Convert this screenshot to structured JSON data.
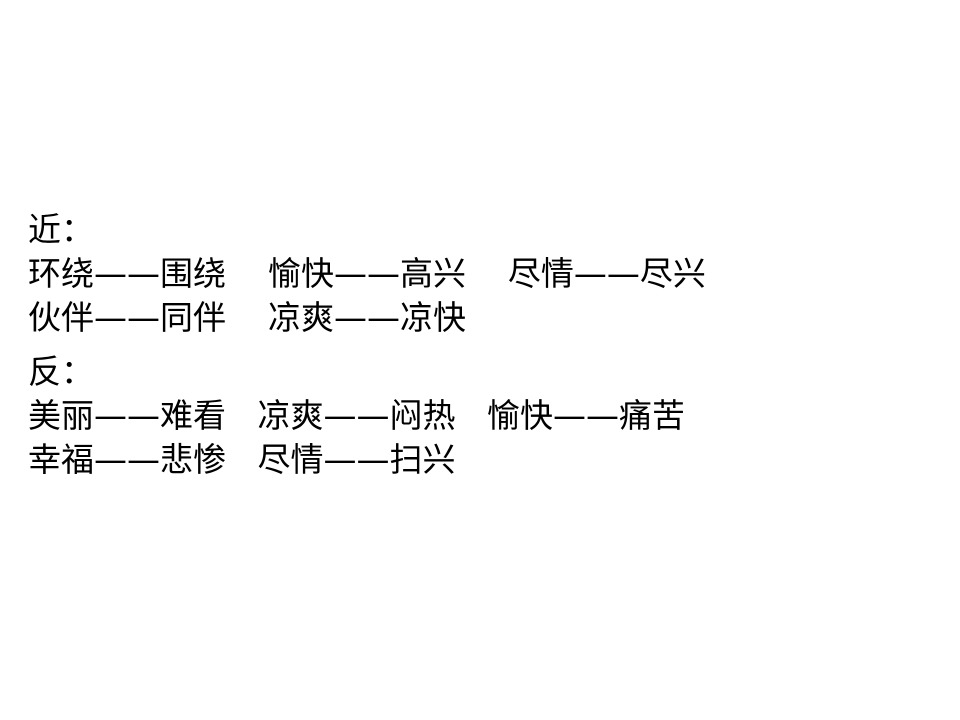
{
  "slide": {
    "background_color": "#ffffff",
    "text_color": "#000000",
    "sections": [
      {
        "heading": "近：",
        "lines": [
          "环绕——围绕    愉快——高兴    尽情——尽兴",
          "伙伴——同伴    凉爽——凉快"
        ]
      },
      {
        "heading": "反：",
        "lines": [
          "美丽——难看   凉爽——闷热   愉快——痛苦",
          "幸福——悲惨   尽情——扫兴"
        ]
      }
    ]
  }
}
